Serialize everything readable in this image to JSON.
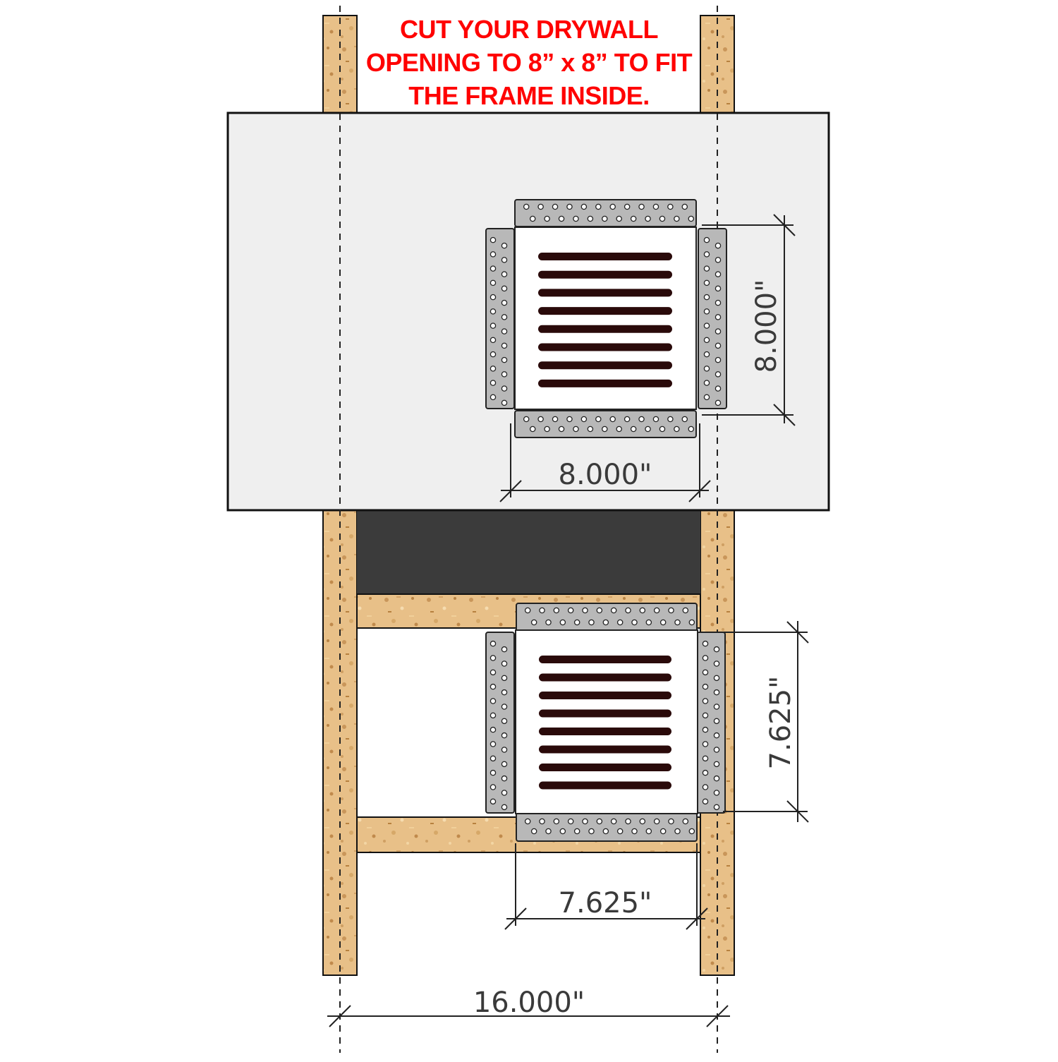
{
  "note": {
    "line1": "CUT YOUR DRYWALL",
    "line2": "OPENING TO 8” x 8” TO FIT",
    "line3": "THE FRAME  INSIDE.",
    "color": "#ff0000"
  },
  "dimensions": {
    "top_width": "8.000\"",
    "top_height": "8.000\"",
    "bottom_width": "7.625\"",
    "bottom_height": "7.625\"",
    "stud_spacing": "16.000\""
  },
  "colors": {
    "wood": "#e8c088",
    "drywall": "#efefef",
    "cavity": "#3b3b3b",
    "flange": "#b8b8b8",
    "grille_face": "#ffffff",
    "slot": "#2a0a0a"
  }
}
